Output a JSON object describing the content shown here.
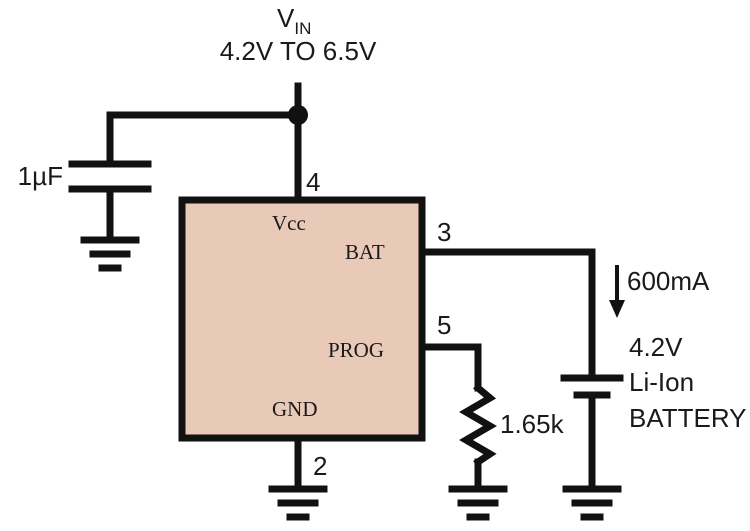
{
  "supply": {
    "v": "V",
    "sub": "IN",
    "range": "4.2V TO 6.5V"
  },
  "capacitor": {
    "value": "1µF"
  },
  "ic": {
    "body_color": "#e9c9b8",
    "pins": {
      "vcc": {
        "name": "Vcc",
        "number": "4"
      },
      "bat": {
        "name": "BAT",
        "number": "3"
      },
      "prog": {
        "name": "PROG",
        "number": "5"
      },
      "gnd": {
        "name": "GND",
        "number": "2"
      }
    }
  },
  "charge_current": "600mA",
  "resistor": {
    "value": "1.65k"
  },
  "battery": {
    "line1": "4.2V",
    "line2": "Li-Ion",
    "line3": "BATTERY"
  }
}
